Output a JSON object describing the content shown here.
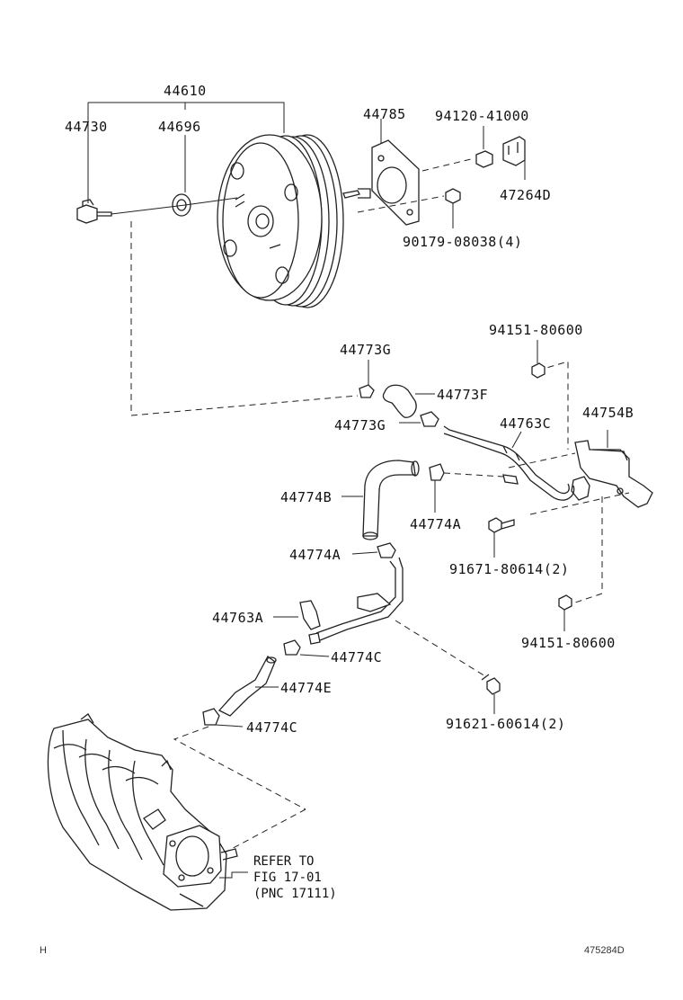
{
  "diagram": {
    "labels": {
      "p44610": "44610",
      "p44730": "44730",
      "p44696": "44696",
      "p44785": "44785",
      "p94120": "94120-41000",
      "p47264D": "47264D",
      "p90179": "90179-08038(4)",
      "p94151a": "94151-80600",
      "p44773G_1": "44773G",
      "p44773F": "44773F",
      "p44773G_2": "44773G",
      "p44763C": "44763C",
      "p44754B": "44754B",
      "p44774B": "44774B",
      "p44774A_1": "44774A",
      "p91671": "91671-80614(2)",
      "p44774A_2": "44774A",
      "p94151b": "94151-80600",
      "p44763A": "44763A",
      "p44774C_1": "44774C",
      "p44774E": "44774E",
      "p91621": "91621-60614(2)",
      "p44774C_2": "44774C"
    },
    "refer_note": [
      "REFER TO",
      "FIG 17-01",
      "(PNC 17111)"
    ],
    "footer_left": "H",
    "footer_right": "475284D"
  }
}
